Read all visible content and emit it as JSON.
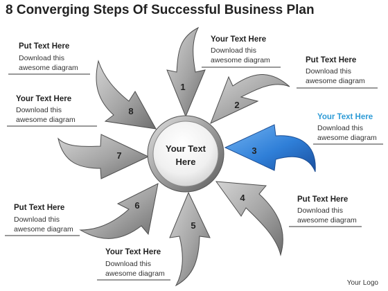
{
  "title": "8 Converging Steps Of Successful Business Plan",
  "center": {
    "line1": "Your Text",
    "line2": "Here"
  },
  "colors": {
    "arrow_fill": "#9a9a9a",
    "arrow_stroke": "#4d4d4d",
    "highlight_fill": "#2f7fd8",
    "highlight_title": "#2e9bd6",
    "center_ring": "#a8a8a8"
  },
  "arrows": [
    {
      "number": "1"
    },
    {
      "number": "2"
    },
    {
      "number": "3"
    },
    {
      "number": "4"
    },
    {
      "number": "5"
    },
    {
      "number": "6"
    },
    {
      "number": "7"
    },
    {
      "number": "8"
    }
  ],
  "text_blocks": [
    {
      "title": "Your Text Here",
      "body1": "Download this",
      "body2": "awesome diagram"
    },
    {
      "title": "Put Text Here",
      "body1": "Download this",
      "body2": "awesome diagram"
    },
    {
      "title": "Your Text Here",
      "body1": "Download this",
      "body2": "awesome diagram"
    },
    {
      "title": "Put Text Here",
      "body1": "Download this",
      "body2": "awesome diagram"
    },
    {
      "title": "Your Text Here",
      "body1": "Download this",
      "body2": "awesome diagram"
    },
    {
      "title": "Put Text Here",
      "body1": "Download this",
      "body2": "awesome diagram"
    },
    {
      "title": "Your Text Here",
      "body1": "Download this",
      "body2": "awesome diagram"
    },
    {
      "title": "Put Text Here",
      "body1": "Download this",
      "body2": "awesome diagram"
    }
  ],
  "logo": "Your Logo"
}
